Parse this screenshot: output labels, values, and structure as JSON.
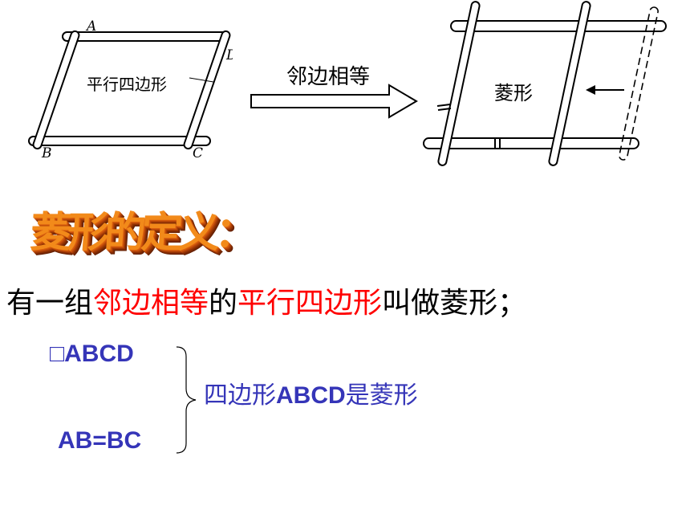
{
  "figure_left": {
    "label": "平行四边形",
    "vertices": {
      "a": "A",
      "b": "B",
      "c": "C",
      "d": "D"
    }
  },
  "arrow_label": "邻边相等",
  "figure_right": {
    "label": "菱形"
  },
  "title": "菱形的定义：",
  "definition": {
    "p1": "有一组",
    "red1": "邻边相等",
    "p2": "的",
    "red2": "平行四边形",
    "p3": "叫做菱形；"
  },
  "conditions": {
    "c1": "□ABCD",
    "c2": "AB=BC"
  },
  "conclusion": {
    "prefix": "四边形",
    "abcd": "ABCD",
    "suffix": "是菱形"
  }
}
